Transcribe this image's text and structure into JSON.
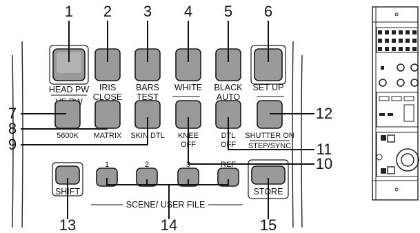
{
  "callouts": {
    "n1": "1",
    "n2": "2",
    "n3": "3",
    "n4": "4",
    "n5": "5",
    "n6": "6",
    "n7": "7",
    "n8": "8",
    "n9": "9",
    "n10": "10",
    "n11": "11",
    "n12": "12",
    "n13": "13",
    "n14": "14",
    "n15": "15"
  },
  "row1": {
    "head_pw": "HEAD PW",
    "vf_pw": "VF PW",
    "iris": "IRIS",
    "close": "CLOSE",
    "bars": "BARS",
    "test": "TEST",
    "white": "WHITE",
    "black": "BLACK",
    "auto": "AUTO",
    "set_up": "SET UP"
  },
  "row2": {
    "k5600": "5600K",
    "matrix": "MATRIX",
    "skin_dtl": "SKIN DTL",
    "knee": "KNEE",
    "knee_off": "OFF",
    "dtl": "DTL",
    "dtl_off": "OFF",
    "shutter_on": "SHUTTER ON",
    "step_sync": "STEP/SYNC"
  },
  "row3": {
    "shift": "SHIFT",
    "s1": "1",
    "s2": "2",
    "s3": "3",
    "ref": "REF",
    "store": "STORE",
    "scene_user_file": "SCENE/ USER FILE"
  },
  "panel_thumbnail_icons": [
    "panel-overview-icon"
  ]
}
